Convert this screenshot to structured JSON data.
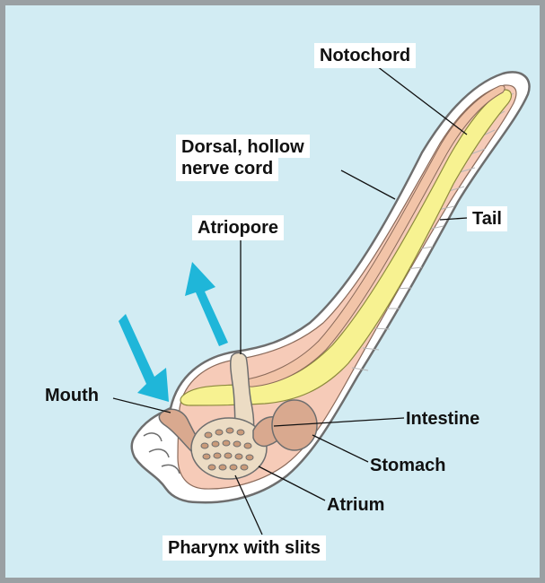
{
  "labels": {
    "notochord": "Notochord",
    "dorsal_nerve_cord_line1": "Dorsal, hollow",
    "dorsal_nerve_cord_line2": "nerve cord",
    "tail": "Tail",
    "atriopore": "Atriopore",
    "mouth": "Mouth",
    "intestine": "Intestine",
    "stomach": "Stomach",
    "atrium": "Atrium",
    "pharynx": "Pharynx with slits"
  },
  "colors": {
    "background": "#d2ecf3",
    "frame": "#9aa0a3",
    "body_fill": "#ffffff",
    "body_outline": "#6e6e6e",
    "tissue_fill": "#f6cbb8",
    "notochord_fill": "#f7f291",
    "nerve_cord_fill": "#f2c4a8",
    "pharynx_fill": "#ecdcc4",
    "stomach_fill": "#d9a98f",
    "arrow": "#1fb6d9",
    "text": "#111111"
  }
}
